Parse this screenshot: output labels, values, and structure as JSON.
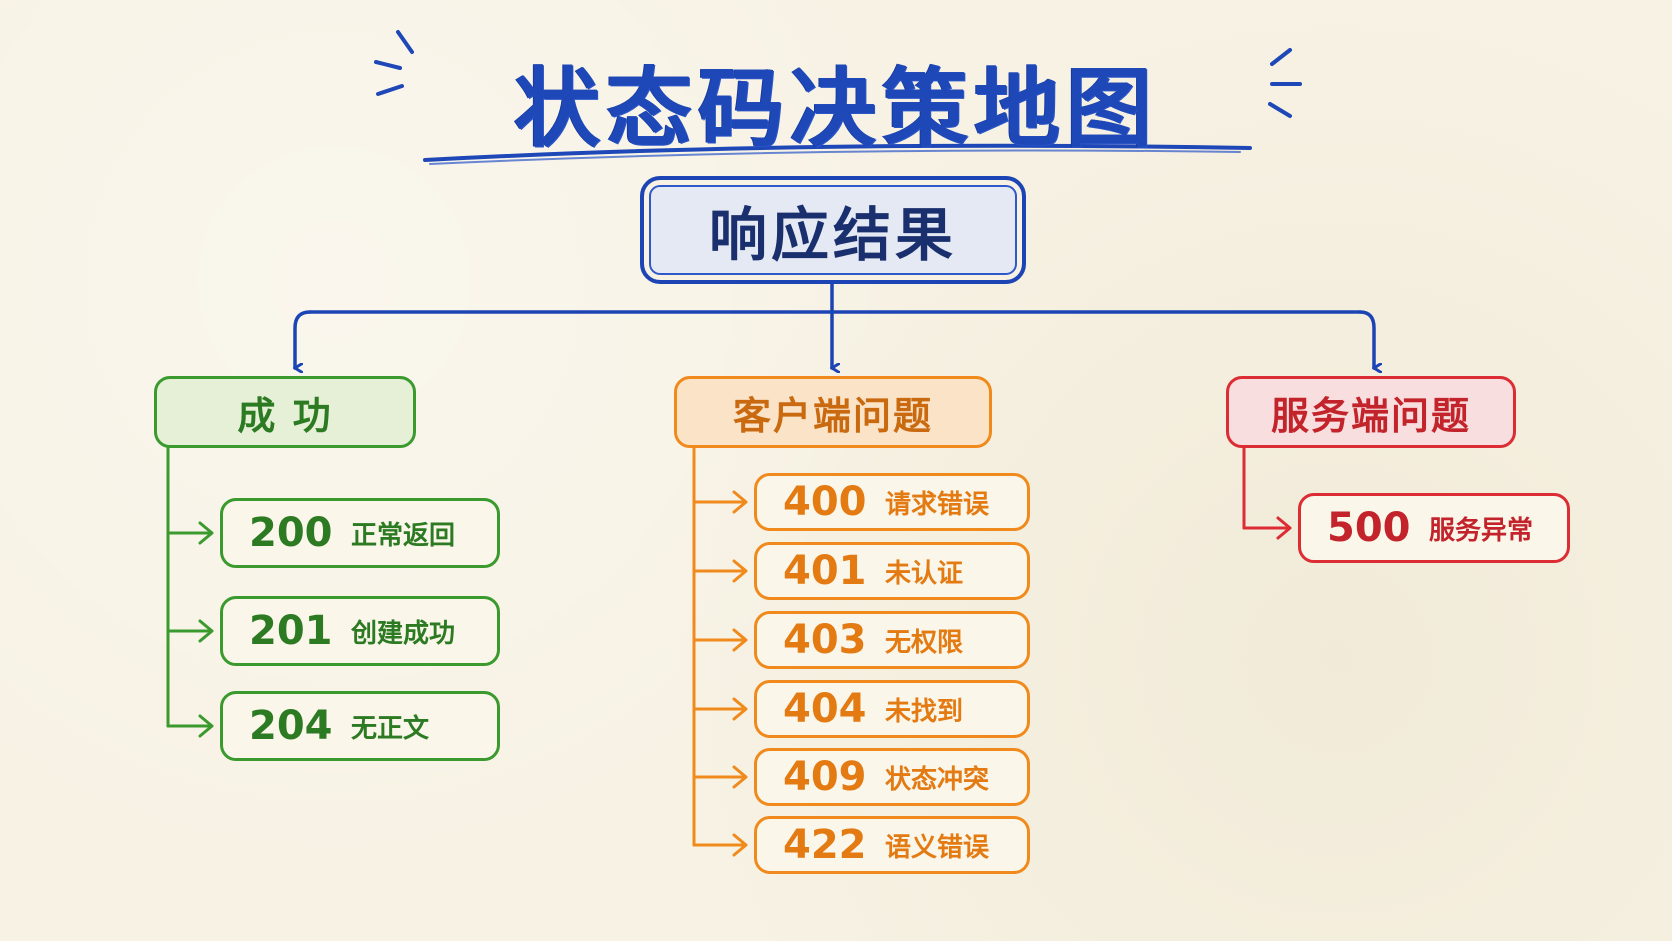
{
  "title": "状态码决策地图",
  "root": "响应结果",
  "categories": {
    "success": {
      "label": "成 功",
      "color": "#3b9a2e",
      "codes": [
        {
          "code": "200",
          "desc": "正常返回"
        },
        {
          "code": "201",
          "desc": "创建成功"
        },
        {
          "code": "204",
          "desc": "无正文"
        }
      ]
    },
    "client": {
      "label": "客户端问题",
      "color": "#f08a1c",
      "codes": [
        {
          "code": "400",
          "desc": "请求错误"
        },
        {
          "code": "401",
          "desc": "未认证"
        },
        {
          "code": "403",
          "desc": "无权限"
        },
        {
          "code": "404",
          "desc": "未找到"
        },
        {
          "code": "409",
          "desc": "状态冲突"
        },
        {
          "code": "422",
          "desc": "语义错误"
        }
      ]
    },
    "server": {
      "label": "服务端问题",
      "color": "#dc2c34",
      "codes": [
        {
          "code": "500",
          "desc": "服务异常"
        }
      ]
    }
  },
  "colors": {
    "title": "#1e47b8",
    "root": "#1c44b5"
  }
}
